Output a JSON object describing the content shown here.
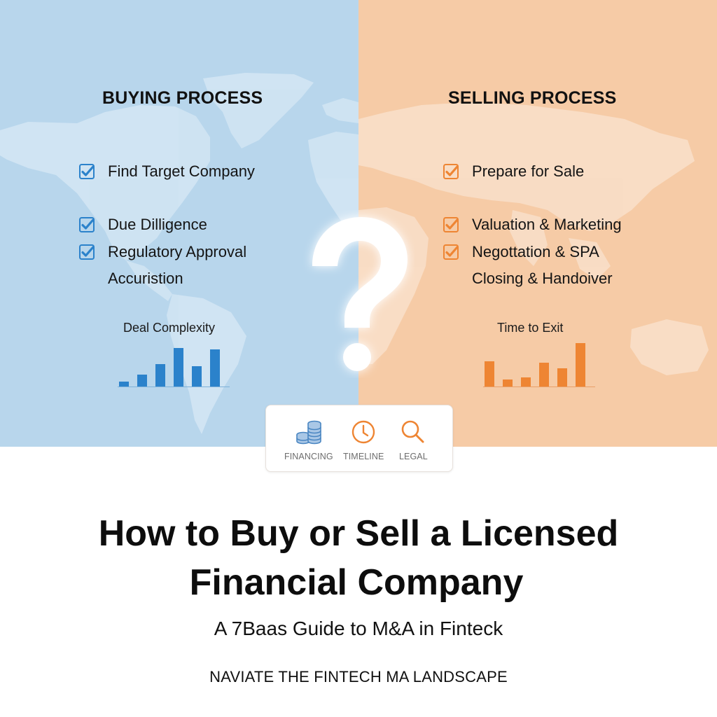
{
  "colors": {
    "buy_bg": "#b8d6ec",
    "sell_bg": "#f6cba6",
    "buy_accent": "#2b82cb",
    "sell_accent": "#ee8533",
    "map_land_buy": "#d7e8f4",
    "map_land_sell": "#f9dfc8"
  },
  "buying": {
    "title": "BUYING PROCESS",
    "steps": [
      {
        "label": "Find Target Company",
        "checked": true
      },
      {
        "label": "Due Dilligence",
        "checked": true
      },
      {
        "label": "Regulatory Approval",
        "checked": true
      },
      {
        "label": "Accuristion",
        "checked": false
      }
    ],
    "chart_label": "Deal Complexity"
  },
  "selling": {
    "title": "SELLING PROCESS",
    "steps": [
      {
        "label": "Prepare for Sale",
        "checked": true
      },
      {
        "label": "Valuation & Marketing",
        "checked": true
      },
      {
        "label": "Negottation & SPA",
        "checked": true
      },
      {
        "label": "Closing & Handoiver",
        "checked": false
      }
    ],
    "chart_label": "Time to Exit"
  },
  "center_icon": "question-mark-icon",
  "tools": [
    {
      "label": "FINANCING",
      "icon": "coins-stack-icon"
    },
    {
      "label": "TIMELINE",
      "icon": "clock-icon"
    },
    {
      "label": "LEGAL",
      "icon": "magnifier-icon"
    }
  ],
  "headline": {
    "line1": "How to Buy or Sell a Licensed",
    "line2": "Financial Company"
  },
  "subtitle": "A 7Baas Guide to M&A in Finteck",
  "tagline": "NAVIATE THE FINTECH MA LANDSCAPE",
  "chart_data": [
    {
      "type": "bar",
      "title": "Deal Complexity",
      "categories": [
        "1",
        "2",
        "3",
        "4",
        "5",
        "6"
      ],
      "values": [
        7,
        17,
        32,
        55,
        29,
        53
      ],
      "xlabel": "",
      "ylabel": "",
      "color": "#2b82cb",
      "grid": false
    },
    {
      "type": "bar",
      "title": "Time to Exit",
      "categories": [
        "1",
        "2",
        "3",
        "4",
        "5",
        "6"
      ],
      "values": [
        36,
        10,
        13,
        34,
        26,
        62
      ],
      "xlabel": "",
      "ylabel": "",
      "color": "#ee8533",
      "grid": false
    }
  ]
}
